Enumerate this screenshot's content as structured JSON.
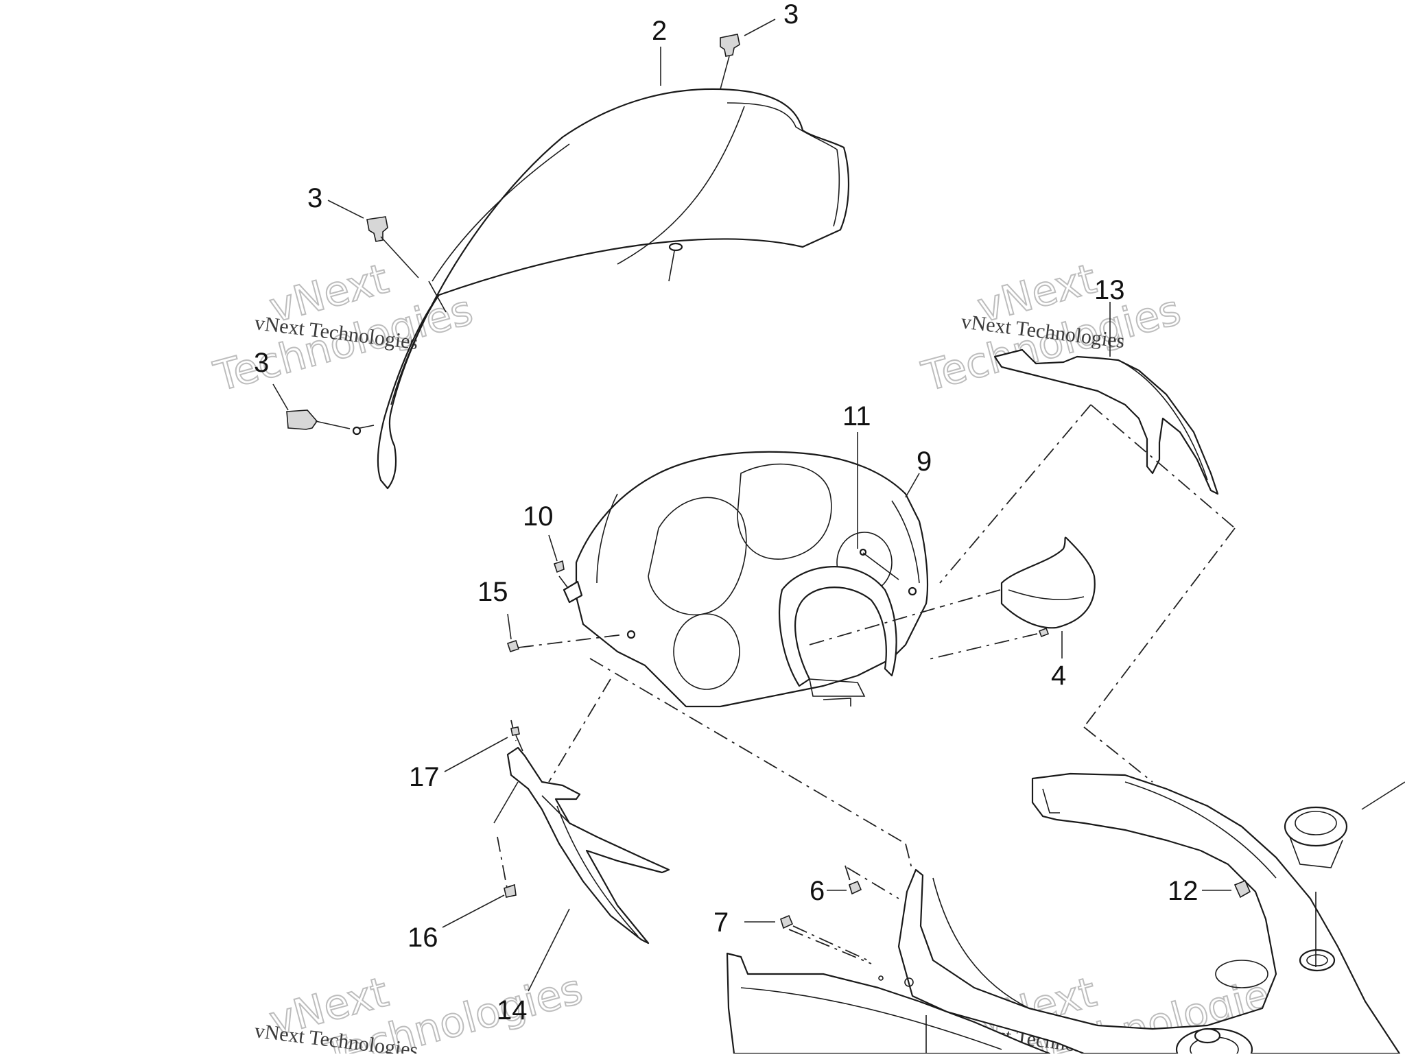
{
  "watermark": {
    "brand": "vNext",
    "sub": "Technologies",
    "caption": "vNext Technologies"
  },
  "callouts": {
    "c2": "2",
    "c3a": "3",
    "c3b": "3",
    "c3c": "3",
    "c4": "4",
    "c6": "6",
    "c7": "7",
    "c9": "9",
    "c10": "10",
    "c11": "11",
    "c12": "12",
    "c13": "13",
    "c14": "14",
    "c15": "15",
    "c16": "16",
    "c17": "17"
  },
  "colors": {
    "line": "#1a1a1a",
    "background": "#ffffff",
    "watermark": "#bdbdbd"
  }
}
